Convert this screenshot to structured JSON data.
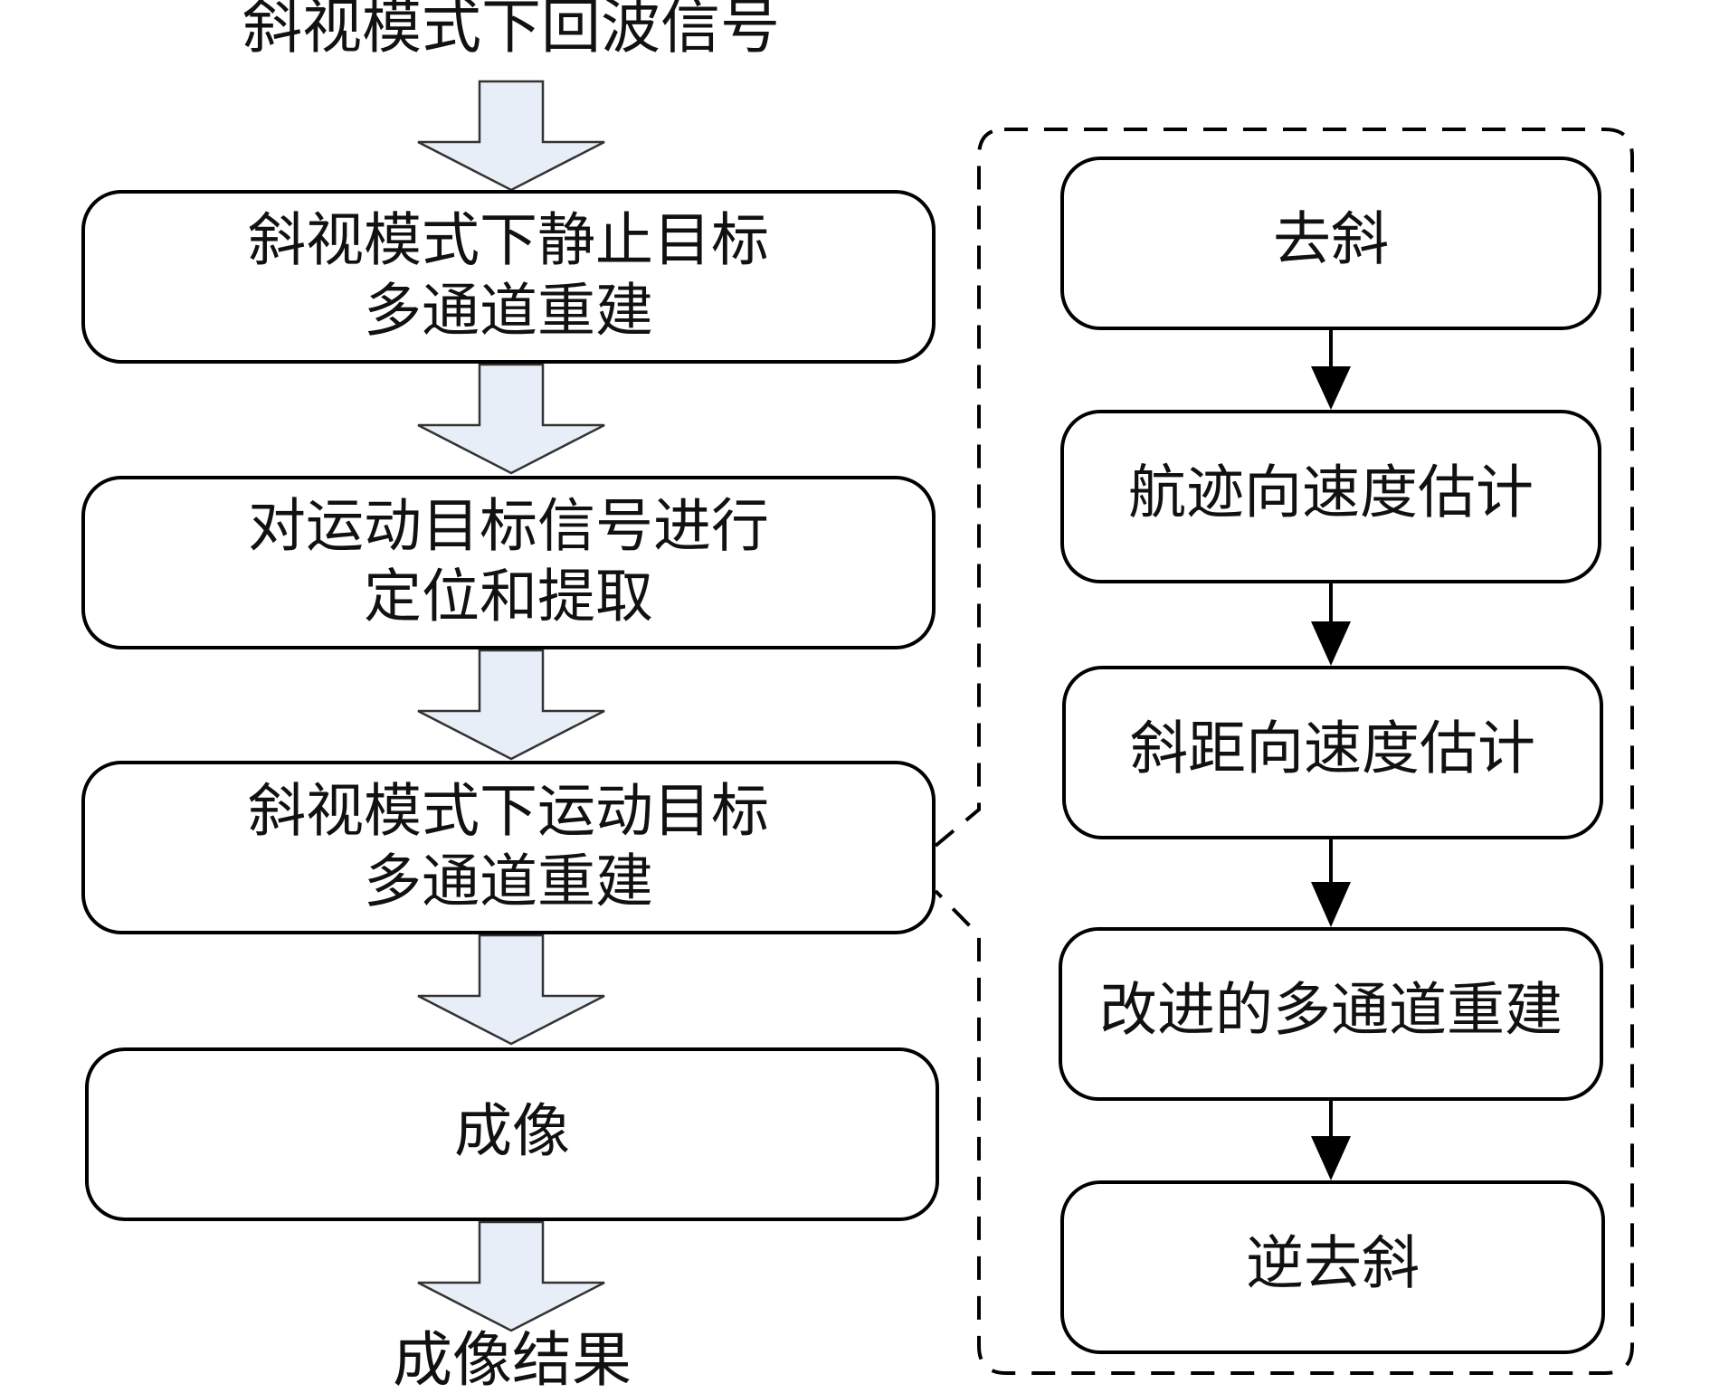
{
  "left_flow": {
    "input_label": "斜视模式下回波信号",
    "steps": [
      {
        "line1": "斜视模式下静止目标",
        "line2": "多通道重建"
      },
      {
        "line1": "对运动目标信号进行",
        "line2": "定位和提取"
      },
      {
        "line1": "斜视模式下运动目标",
        "line2": "多通道重建"
      },
      {
        "line1": "成像",
        "line2": ""
      }
    ],
    "output_label": "成像结果"
  },
  "detail_flow": {
    "steps": [
      "去斜",
      "航迹向速度估计",
      "斜距向速度估计",
      "改进的多通道重建",
      "逆去斜"
    ]
  },
  "colors": {
    "hollow_arrow_fill": "#e8eef7",
    "stroke": "#000000"
  }
}
